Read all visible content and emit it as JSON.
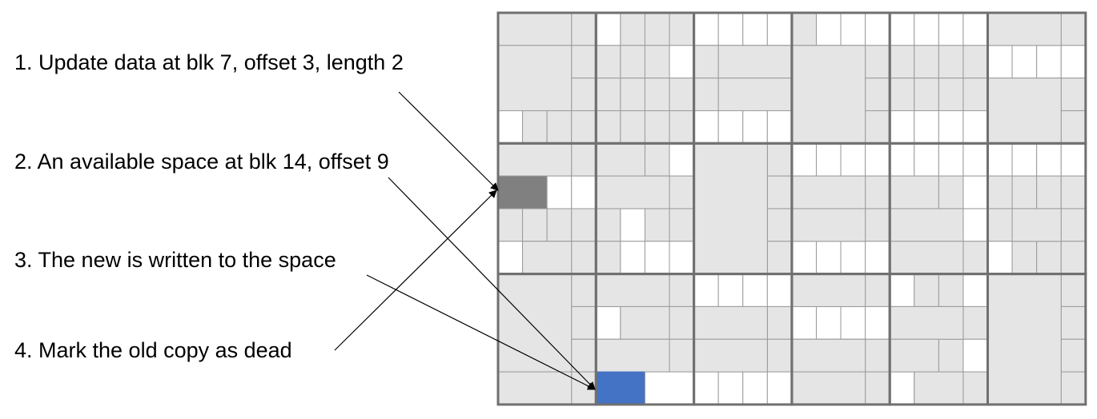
{
  "steps": [
    "1. Update data at blk 7, offset 3, length 2",
    "2. An available space at blk 14, offset 9",
    "3. The new is written to the space",
    "4. Mark the old copy as dead"
  ],
  "colors": {
    "used": "#e5e5e5",
    "free": "#ffffff",
    "old_copy": "#808080",
    "new_copy": "#4472c4",
    "block_border": "#707070",
    "cell_border": "#9a9a9a",
    "arrow": "#000000"
  },
  "grid": {
    "block_rows": 3,
    "block_cols": 6,
    "cells_per_block_side": 4,
    "old_copy": {
      "block": 7,
      "offset": 3,
      "length": 2
    },
    "new_copy": {
      "block": 14,
      "offset": 9,
      "length": 2
    }
  }
}
